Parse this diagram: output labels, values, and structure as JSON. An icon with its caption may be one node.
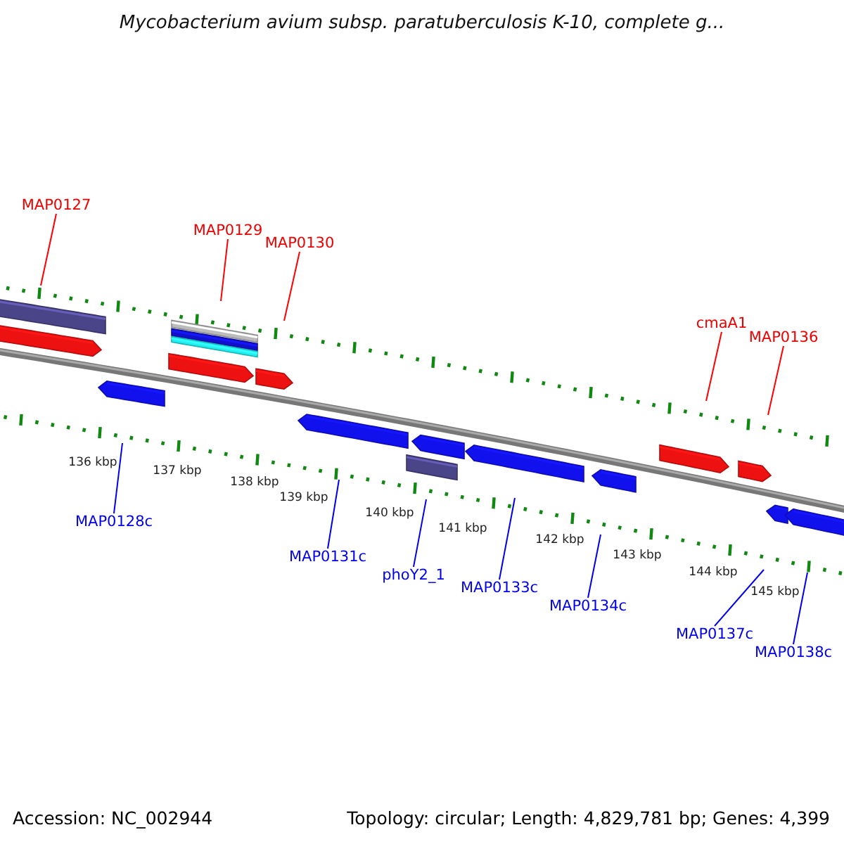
{
  "diagram": {
    "title": "Mycobacterium avium subsp. paratuberculosis K-10, complete g...",
    "nodes": [
      {
        "text": [
          "MAP0127"
        ]
      },
      {
        "text": [
          "MAP0129"
        ]
      },
      {
        "text": [
          "MAP0130"
        ]
      },
      {
        "text": [
          "cmaA1"
        ]
      },
      {
        "text": [
          "MAP0136"
        ]
      },
      {
        "text": [
          "MAP0128c"
        ]
      },
      {
        "text": [
          "MAP0131c"
        ]
      },
      {
        "text": [
          "phoY2_1"
        ]
      },
      {
        "text": [
          "MAP0133c"
        ]
      },
      {
        "text": [
          "MAP0134c"
        ]
      },
      {
        "text": [
          "MAP0137c"
        ]
      },
      {
        "text": [
          "MAP0138c"
        ]
      }
    ],
    "edges": [
      {
        "from": 0,
        "to": null,
        "arrow": "none",
        "color": "#ff0000"
      },
      {
        "from": 1,
        "to": null,
        "arrow": "none",
        "color": "#ff0000"
      },
      {
        "from": 2,
        "to": null,
        "arrow": "none",
        "color": "#ff0000"
      },
      {
        "from": 3,
        "to": null,
        "arrow": "none",
        "color": "#ff0000"
      },
      {
        "from": 4,
        "to": null,
        "arrow": "none",
        "color": "#ff0000"
      },
      {
        "from": 5,
        "to": null,
        "arrow": "none"
      },
      {
        "from": 6,
        "to": null,
        "arrow": "none"
      },
      {
        "from": 7,
        "to": null,
        "arrow": "none"
      },
      {
        "from": 8,
        "to": null,
        "arrow": "none"
      },
      {
        "from": 9,
        "to": null,
        "arrow": "none"
      },
      {
        "from": 10,
        "to": null,
        "arrow": "none"
      },
      {
        "from": 11,
        "to": null,
        "arrow": "none"
      }
    ],
    "labels": [
      "136 kbp",
      "137 kbp",
      "138 kbp",
      "139 kbp",
      "140 kbp",
      "141 kbp",
      "142 kbp",
      "143 kbp",
      "144 kbp",
      "145 kbp",
      "Accession: NC_002944",
      "Topology: circular; Length: 4,829,781 bp; Genes: 4,399"
    ]
  }
}
